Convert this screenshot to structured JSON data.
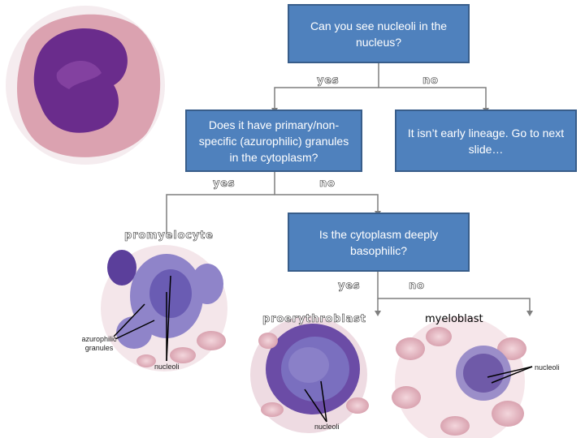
{
  "questions": {
    "q1": "Can you see nucleoli in the nucleus?",
    "q2": "Does it have primary/non-specific (azurophilic) granules in the cytoplasm?",
    "q3": "Is the cytoplasm deeply basophilic?",
    "result_no1": "It isn’t early lineage. Go to next slide…"
  },
  "branches": {
    "q1_yes": "yes",
    "q1_no": "no",
    "q2_yes": "yes",
    "q2_no": "no",
    "q3_yes": "yes",
    "q3_no": "no"
  },
  "cells": {
    "promyelocyte": "promyelocyte",
    "proerythroblast": "proerythroblast",
    "myeloblast": "myeloblast"
  },
  "annotations": {
    "azurophilic": "azurophilic granules",
    "nucleoli_a": "nucleoli",
    "nucleoli_b": "nucleoli",
    "nucleoli_c": "nucleoli"
  },
  "colors": {
    "box_fill": "#4f81bd",
    "box_border": "#385d8a",
    "connector": "#7f7f7f"
  }
}
